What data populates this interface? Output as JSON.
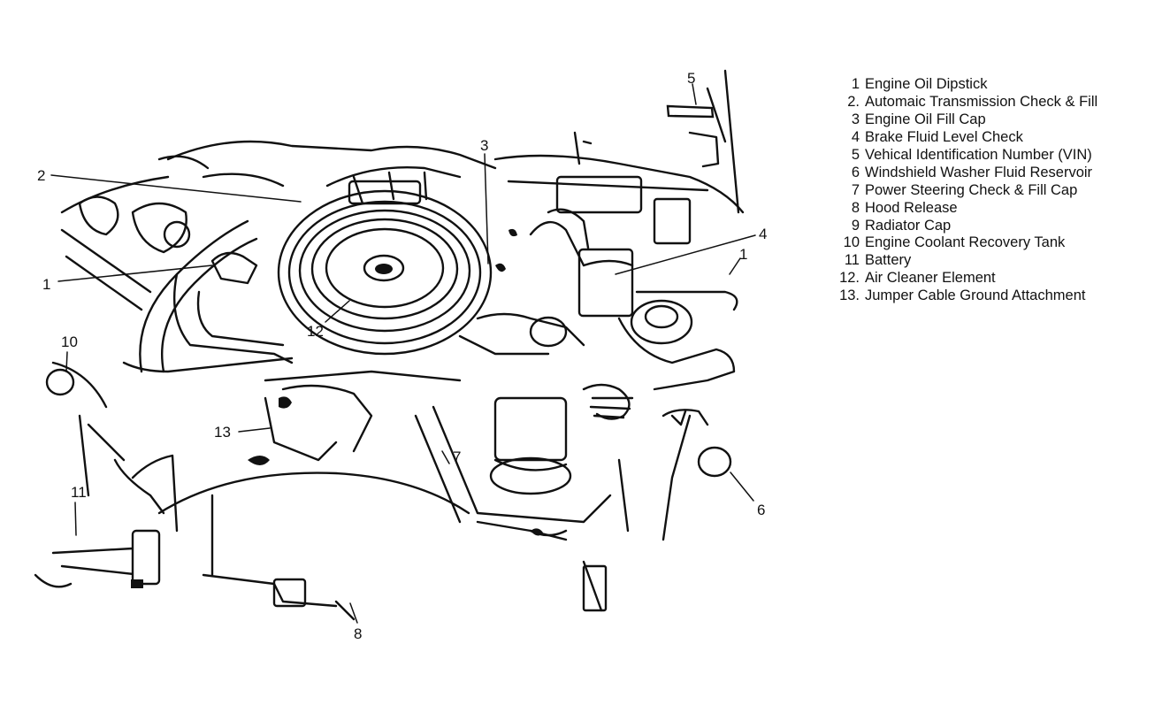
{
  "callouts": {
    "c1": "1",
    "c2": "2",
    "c3": "3",
    "c4": "4",
    "c5": "5",
    "c6": "6",
    "c7": "7",
    "c8": "8",
    "c10": "10",
    "c11": "11",
    "c12": "12",
    "c13": "13"
  },
  "legend": [
    {
      "num": "1",
      "label": "Engine Oil Dipstick"
    },
    {
      "num": "2.",
      "label": "Automaic Transmission Check & Fill"
    },
    {
      "num": "3",
      "label": "Engine Oil Fill Cap"
    },
    {
      "num": "4",
      "label": "Brake Fluid Level Check"
    },
    {
      "num": "5",
      "label": "Vehical Identification Number (VIN)"
    },
    {
      "num": "6",
      "label": "Windshield Washer Fluid Reservoir"
    },
    {
      "num": "7",
      "label": "Power Steering Check & Fill Cap"
    },
    {
      "num": "8",
      "label": "Hood Release"
    },
    {
      "num": "9",
      "label": "Radiator Cap"
    },
    {
      "num": "10",
      "label": "Engine Coolant Recovery Tank"
    },
    {
      "num": "11",
      "label": "Battery"
    },
    {
      "num": "12.",
      "label": "Air Cleaner Element"
    },
    {
      "num": "13.",
      "label": "Jumper Cable Ground Attachment"
    }
  ]
}
